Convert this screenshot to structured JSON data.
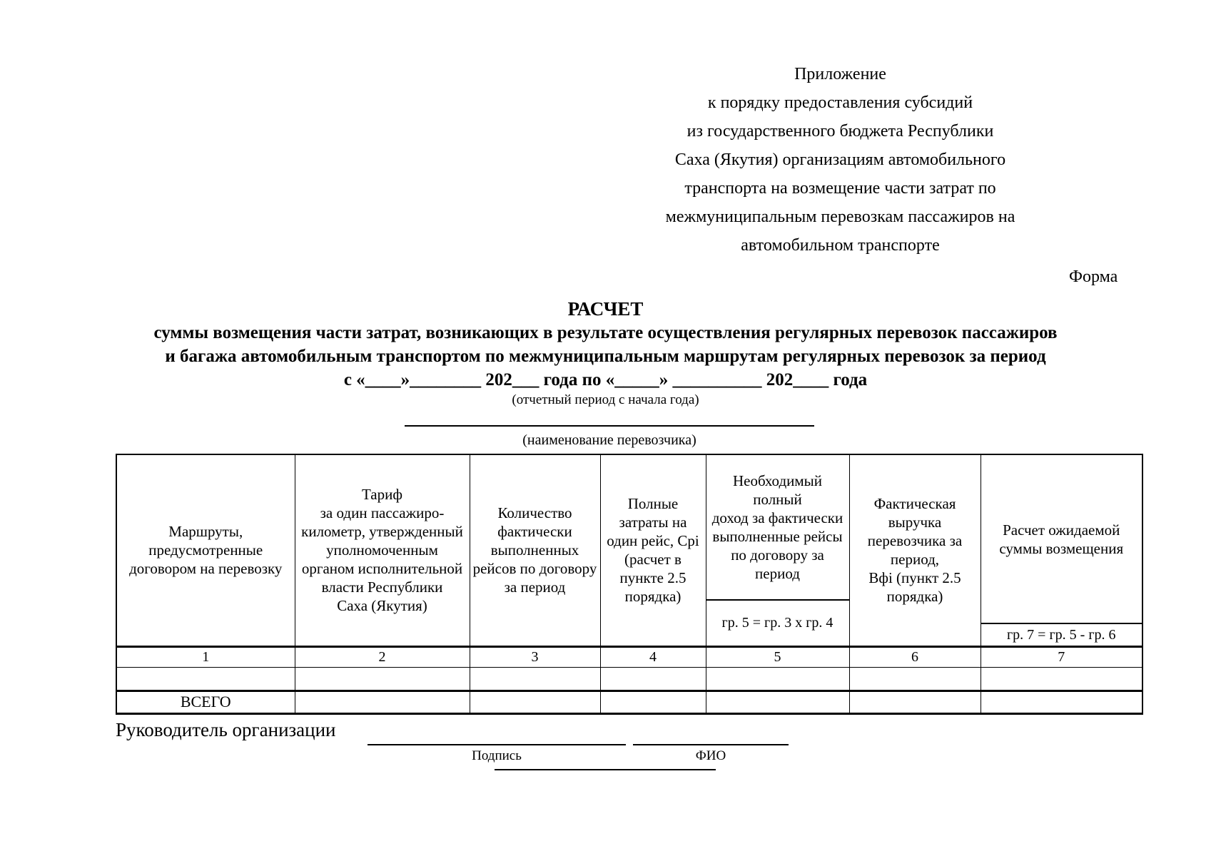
{
  "appendix": {
    "lines": [
      "Приложение",
      "к порядку предоставления субсидий",
      "из государственного бюджета Республики",
      "Саха (Якутия) организациям автомобильного",
      "транспорта на возмещение части затрат по",
      "межмуниципальным перевозкам пассажиров на",
      "автомобильном транспорте"
    ]
  },
  "form_label": "Форма",
  "title_block": {
    "title": "РАСЧЕТ",
    "subtitle1": "суммы возмещения части затрат, возникающих в результате осуществления регулярных перевозок пассажиров",
    "subtitle2": "и багажа автомобильным транспортом по межмуниципальным маршрутам регулярных перевозок за период",
    "period": "с «____»________ 202___ года по «_____» __________ 202____ года",
    "period_caption": "(отчетный период с начала года)"
  },
  "carrier": {
    "caption": "(наименование перевозчика)"
  },
  "table": {
    "col1": "Маршруты,\nпредусмотренные\nдоговором на перевозку",
    "col2": "Тариф\nза один пассажиро-\nкилометр, утвержденный\nуполномоченным\nорганом исполнительной\nвласти Республики\nСаха (Якутия)",
    "col3": "Количество\nфактически\nвыполненных\nрейсов по договору\nза период",
    "col4": "Полные\nзатраты на\nодин рейс, Срi\n(расчет в\nпункте 2.5\nпорядка)",
    "col5": "Необходимый\nполный\nдоход за фактически\nвыполненные рейсы\nпо договору за\nпериод",
    "col5_formula": "гр. 5 = гр. 3 х гр. 4",
    "col6": "Фактическая\nвыручка\nперевозчика за\nпериод,\nВфi (пункт 2.5\nпорядка)",
    "col7": "Расчет ожидаемой\nсуммы возмещения",
    "col7_formula": "гр. 7 = гр. 5 - гр. 6",
    "numbers": [
      "1",
      "2",
      "3",
      "4",
      "5",
      "6",
      "7"
    ],
    "total_label": "ВСЕГО"
  },
  "footer": {
    "signatory": "Руководитель организации",
    "sign_caption": "Подпись",
    "name_caption": "ФИО"
  }
}
